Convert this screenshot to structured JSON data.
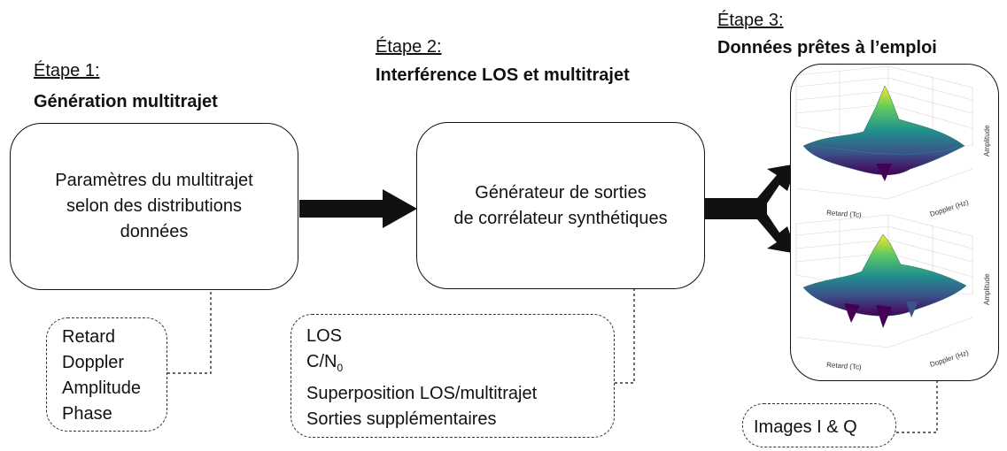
{
  "steps": [
    {
      "label": "Étape 1:",
      "title": "Génération multitrajet"
    },
    {
      "label": "Étape 2:",
      "title": "Interférence LOS et multitrajet"
    },
    {
      "label": "Étape 3:",
      "title": "Données prêtes à l’emploi"
    }
  ],
  "boxes": {
    "multipath_params": [
      "Paramètres du multitrajet",
      "selon des distributions",
      "données"
    ],
    "generator": [
      "Générateur de sorties",
      "de corrélateur synthétiques"
    ]
  },
  "notes": {
    "step1": [
      "Retard",
      "Doppler",
      "Amplitude",
      "Phase"
    ],
    "step2": {
      "los": "LOS",
      "cn0_main": "C/N",
      "cn0_sub": "0",
      "superposition": "Superposition LOS/multitrajet",
      "extra": "Sorties supplémentaires"
    },
    "step3": "Images I & Q"
  },
  "plots": {
    "xlabel": "Retard (Tc)",
    "ylabel": "Doppler (Hz)",
    "zlabel": "Amplitude",
    "colormap": [
      "#440154",
      "#3b528b",
      "#21918c",
      "#5ec962",
      "#fde725"
    ]
  },
  "colors": {
    "line": "#111111",
    "dashed": "#333333"
  }
}
